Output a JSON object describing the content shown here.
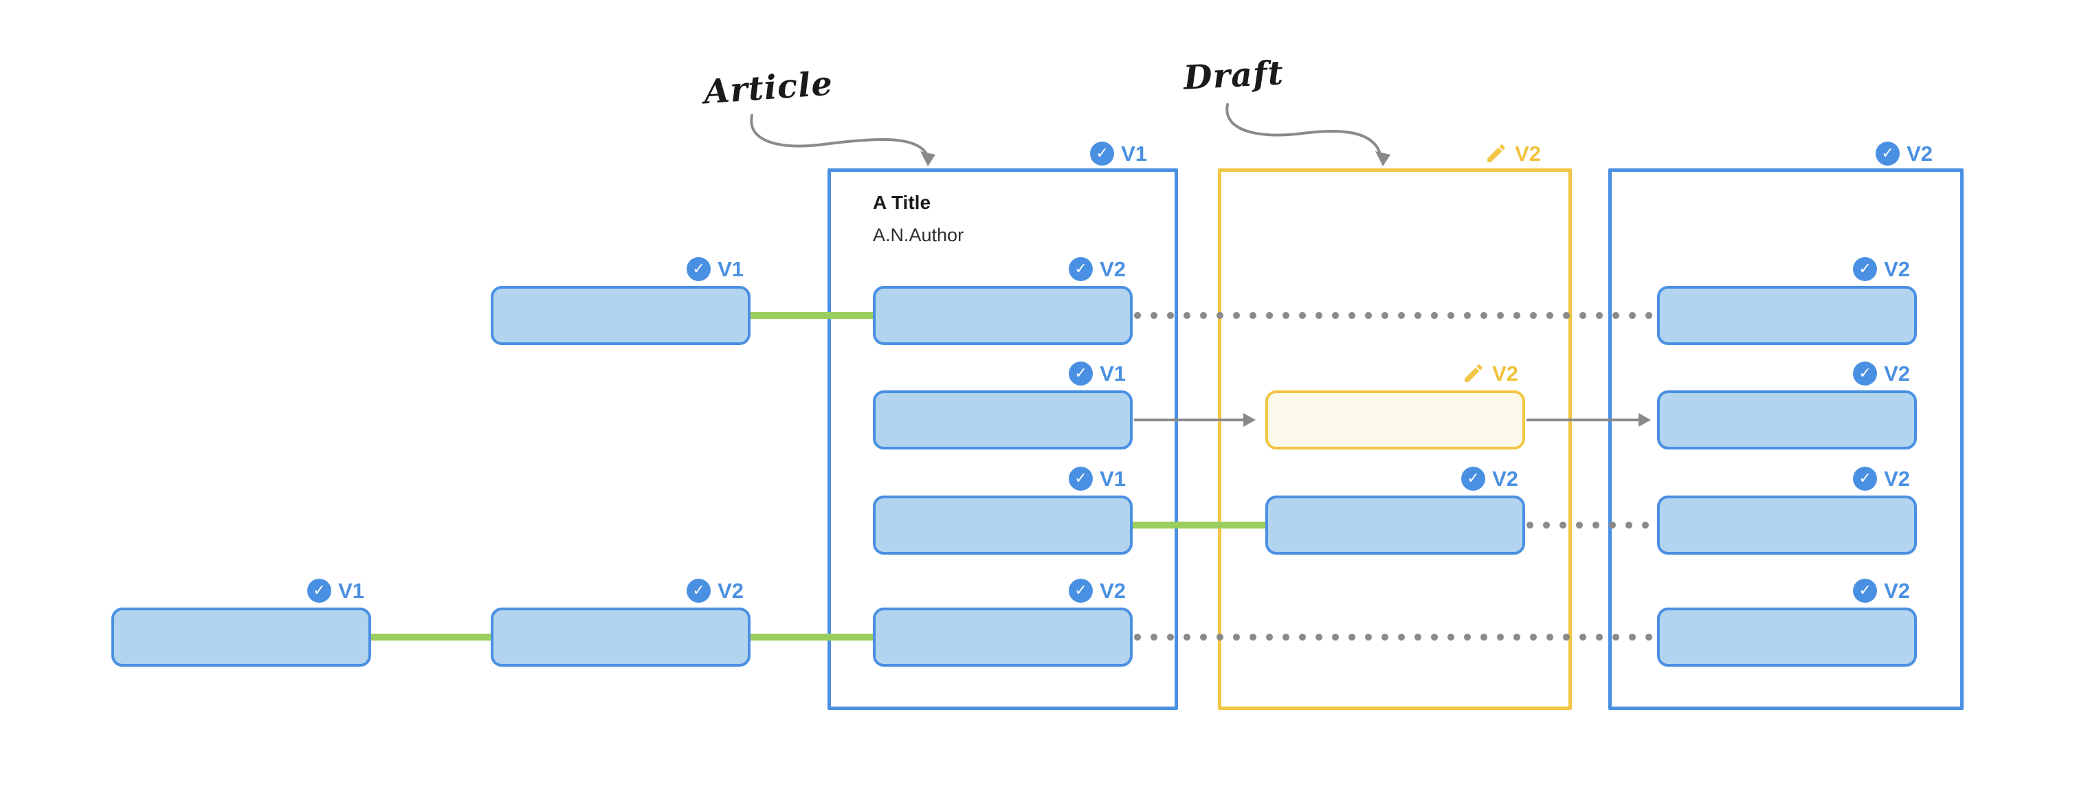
{
  "annotations": {
    "article": "Article",
    "draft": "Draft"
  },
  "article_header": {
    "title": "A Title",
    "author": "A.N.Author"
  },
  "containers": {
    "article": {
      "badge": {
        "icon": "check-circle-icon",
        "label": "V1"
      }
    },
    "draft": {
      "badge": {
        "icon": "pencil-icon",
        "label": "V2"
      }
    },
    "published": {
      "badge": {
        "icon": "check-circle-icon",
        "label": "V2"
      }
    }
  },
  "nodes": {
    "r1b": {
      "badge": "V1"
    },
    "r1c": {
      "badge": "V2"
    },
    "r1e": {
      "badge": "V2"
    },
    "r2c": {
      "badge": "V1"
    },
    "r2d": {
      "badge": "V2"
    },
    "r2e": {
      "badge": "V2"
    },
    "r3c": {
      "badge": "V1"
    },
    "r3d": {
      "badge": "V2"
    },
    "r3e": {
      "badge": "V2"
    },
    "r4a": {
      "badge": "V1"
    },
    "r4b": {
      "badge": "V2"
    },
    "r4c": {
      "badge": "V2"
    },
    "r4e": {
      "badge": "V2"
    }
  },
  "icons": {
    "check": "✓"
  },
  "colors": {
    "blue": "#4a90e2",
    "light_blue_fill": "#b3d4ef",
    "yellow": "#f2c644",
    "cream_fill": "#fdf9ea",
    "green": "#9bce5f",
    "gray": "#8a8a8a"
  }
}
